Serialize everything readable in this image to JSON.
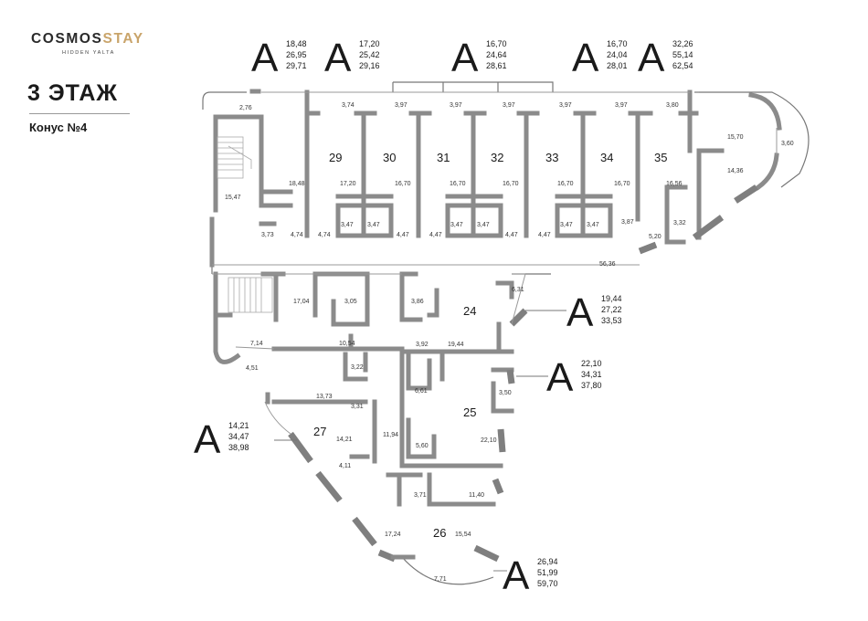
{
  "header": {
    "brand_main": "COSMOS",
    "brand_accent": "STAY",
    "tagline": "HIDDEN YALTA",
    "floor_title": "3 ЭТАЖ",
    "section": "Конус №4"
  },
  "colors": {
    "accent": "#c9a46a",
    "wall": "#8b8b8b",
    "text": "#1a1a1a"
  },
  "apartment_tags": [
    {
      "letter": "А",
      "values": [
        "18,48",
        "26,95",
        "29,71"
      ]
    },
    {
      "letter": "А",
      "values": [
        "17,20",
        "25,42",
        "29,16"
      ]
    },
    {
      "letter": "А",
      "values": [
        "16,70",
        "24,64",
        "28,61"
      ]
    },
    {
      "letter": "А",
      "values": [
        "16,70",
        "24,04",
        "28,01"
      ]
    },
    {
      "letter": "А",
      "values": [
        "32,26",
        "55,14",
        "62,54"
      ]
    },
    {
      "letter": "А",
      "values": [
        "19,44",
        "27,22",
        "33,53"
      ]
    },
    {
      "letter": "А",
      "values": [
        "22,10",
        "34,31",
        "37,80"
      ]
    },
    {
      "letter": "А",
      "values": [
        "14,21",
        "34,47",
        "38,98"
      ]
    },
    {
      "letter": "А",
      "values": [
        "26,94",
        "51,99",
        "59,70"
      ]
    }
  ],
  "rooms": [
    "29",
    "30",
    "31",
    "32",
    "33",
    "34",
    "35",
    "24",
    "25",
    "27",
    "26"
  ],
  "areas": [
    "2,76",
    "3,74",
    "3,97",
    "3,97",
    "3,97",
    "3,97",
    "3,97",
    "3,80",
    "15,70",
    "3,60",
    "14,36",
    "18,48",
    "17,20",
    "16,70",
    "16,70",
    "16,70",
    "16,70",
    "16,70",
    "16,56",
    "15,47",
    "3,47",
    "3,47",
    "3,47",
    "3,47",
    "3,47",
    "3,47",
    "3,87",
    "3,32",
    "3,73",
    "4,74",
    "4,74",
    "4,47",
    "4,47",
    "4,47",
    "4,47",
    "5,20",
    "56,36",
    "6,31",
    "17,04",
    "3,05",
    "3,86",
    "7,14",
    "10,54",
    "3,92",
    "19,44",
    "4,51",
    "3,22",
    "13,73",
    "6,61",
    "3,50",
    "3,31",
    "14,21",
    "11,94",
    "5,60",
    "22,10",
    "4,11",
    "3,71",
    "11,40",
    "17,24",
    "15,54",
    "7,71"
  ]
}
